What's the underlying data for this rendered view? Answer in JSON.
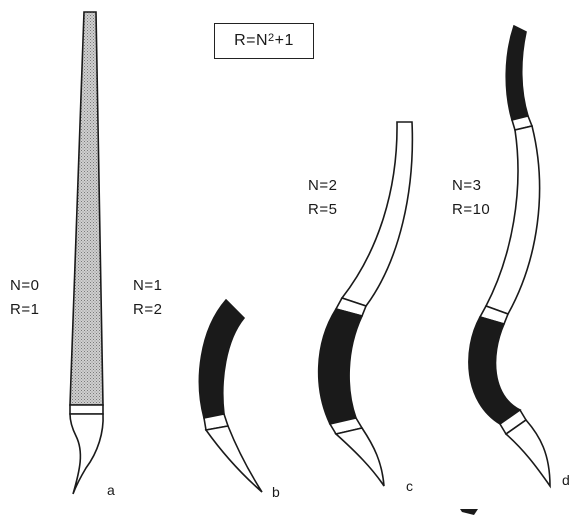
{
  "formula": {
    "prefix": "R=N",
    "exponent": "2",
    "suffix": "+1"
  },
  "panels": [
    {
      "id": "a",
      "n_label": "N=0",
      "r_label": "R=1",
      "letter": "a"
    },
    {
      "id": "b",
      "n_label": "N=1",
      "r_label": "R=2",
      "letter": "b"
    },
    {
      "id": "c",
      "n_label": "N=2",
      "r_label": "R=5",
      "letter": "c"
    },
    {
      "id": "d",
      "n_label": "N=3",
      "r_label": "R=10",
      "letter": "d"
    }
  ],
  "colors": {
    "ink": "#1a1a1a",
    "stipple": "#b8b8b8",
    "paper": "#ffffff"
  }
}
